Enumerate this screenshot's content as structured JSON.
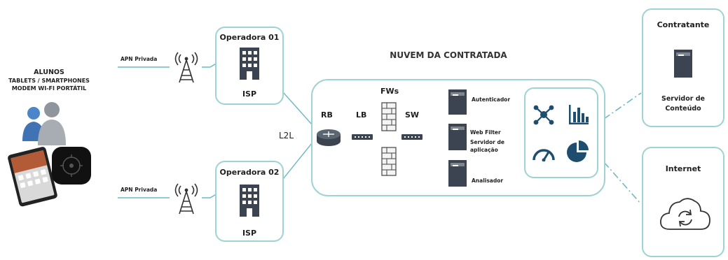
{
  "colors": {
    "border": "#9fd3d3",
    "line": "#6fb8c4",
    "icon_dark": "#3b4450",
    "icon_blue": "#1f4d6d",
    "accent": "#f28c28"
  },
  "students": {
    "title": "ALUNOS",
    "line1": "TABLETS / SMARTPHONES",
    "line2": "MODEM WI-FI PORTÁTIL"
  },
  "apn": {
    "top": "APN Privada",
    "bottom": "APN Privada"
  },
  "operator1": {
    "title": "Operadora 01",
    "isp": "ISP"
  },
  "operator2": {
    "title": "Operadora 02",
    "isp": "ISP"
  },
  "link_label": "L2L",
  "cloud": {
    "title": "NUVEM DA CONTRATADA",
    "rb": "RB",
    "lb": "LB",
    "fws": "FWs",
    "sw": "SW",
    "servers": {
      "auth": "Autenticador",
      "webfilter": "Web Filter",
      "app1": "Servidor de",
      "app2": "aplicação",
      "analyzer": "Analisador"
    }
  },
  "contractor": {
    "title": "Contratante",
    "server1": "Servidor de",
    "server2": "Conteúdo"
  },
  "internet": {
    "title": "Internet"
  },
  "icons": [
    "people-icon",
    "tablet-icon",
    "modem-icon",
    "antenna-icon",
    "building-icon",
    "router-icon",
    "switch-icon",
    "firewall-icon",
    "server-icon",
    "network-icon",
    "bar-chart-icon",
    "gauge-icon",
    "pie-chart-icon",
    "cloud-sync-icon"
  ]
}
